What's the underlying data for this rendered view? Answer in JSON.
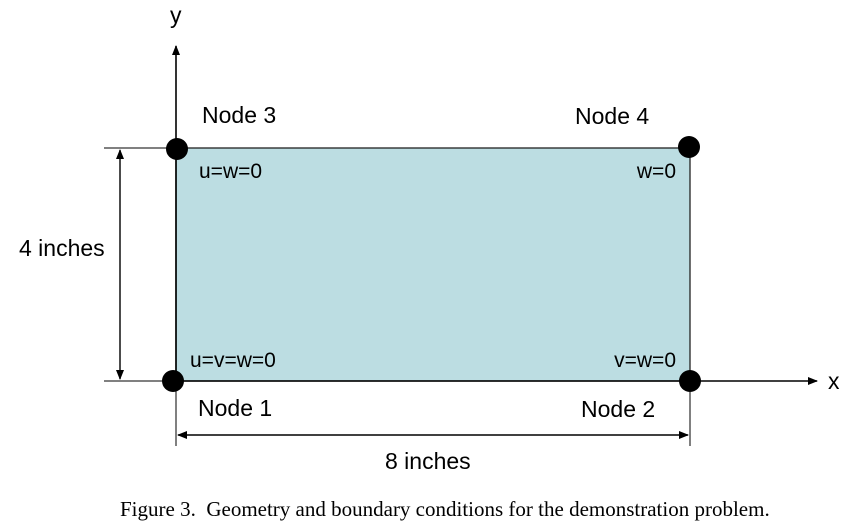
{
  "axes": {
    "x_label": "x",
    "y_label": "y"
  },
  "plate": {
    "fill_color": "#bcdde2",
    "edge_color": "#222222"
  },
  "nodes": [
    {
      "id": "node-1",
      "label": "Node 1",
      "boundary_condition": "u=v=w=0"
    },
    {
      "id": "node-2",
      "label": "Node 2",
      "boundary_condition": "v=w=0"
    },
    {
      "id": "node-3",
      "label": "Node 3",
      "boundary_condition": "u=w=0"
    },
    {
      "id": "node-4",
      "label": "Node 4",
      "boundary_condition": "w=0"
    }
  ],
  "dimensions": {
    "height": "4 inches",
    "width": "8 inches"
  },
  "caption": "Figure 3.  Geometry and boundary conditions for the demonstration problem."
}
